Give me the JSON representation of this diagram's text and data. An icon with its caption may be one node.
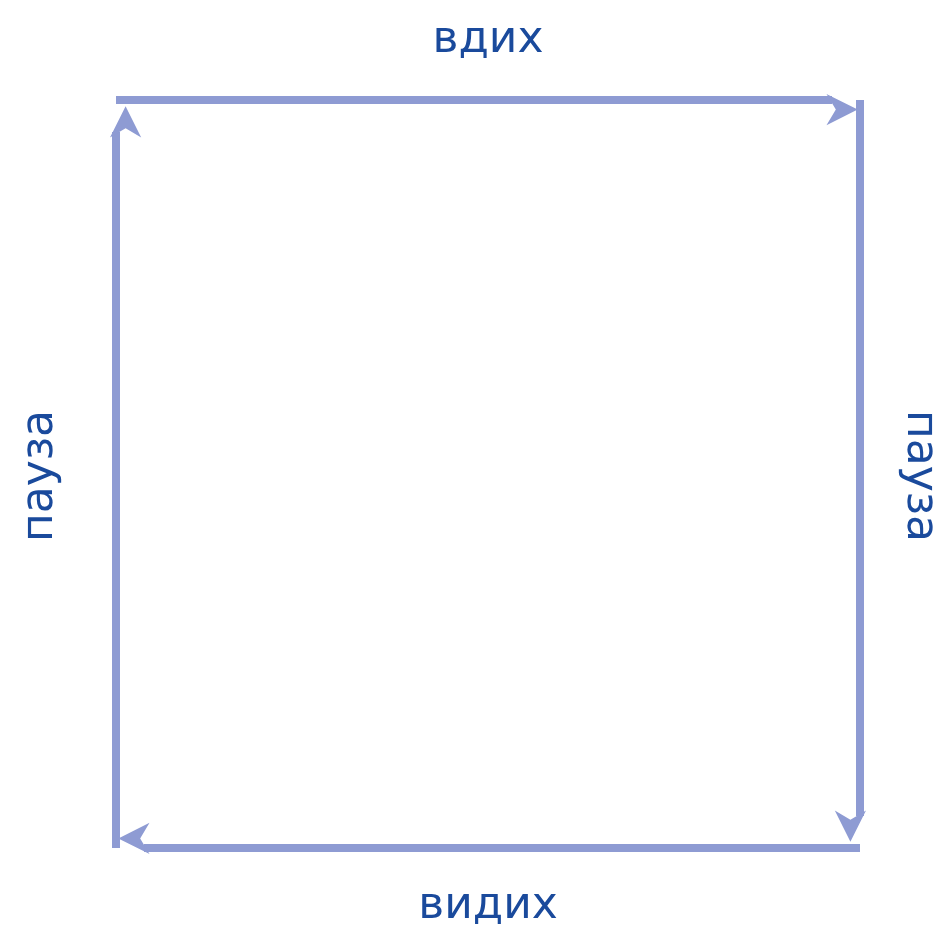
{
  "diagram": {
    "labels": [
      "вдих",
      "пауза",
      "пауза",
      "видих"
    ]
  }
}
